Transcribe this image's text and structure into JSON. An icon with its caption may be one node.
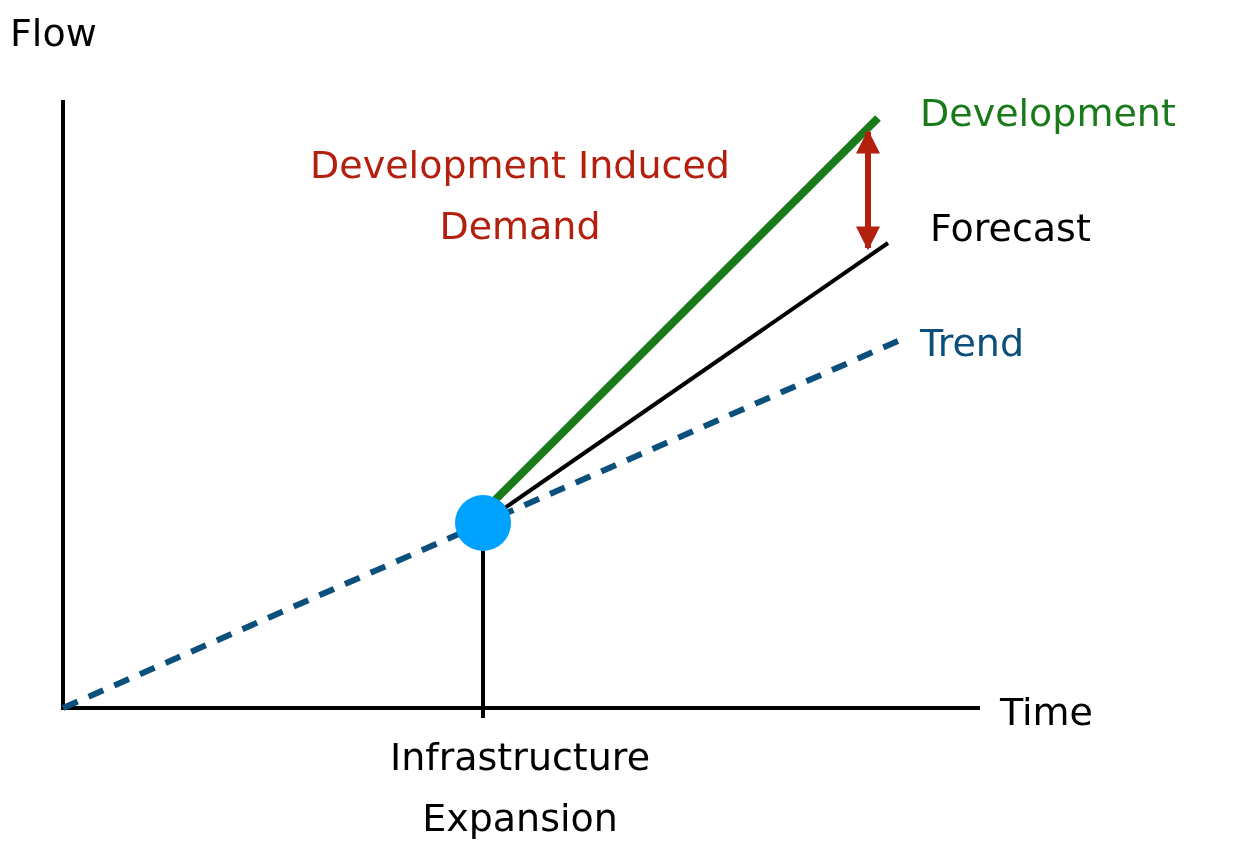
{
  "diagram": {
    "labels": [
      "Flow",
      "Development",
      "Development Induced Demand",
      "Forecast",
      "Trend",
      "Time",
      "Infrastructure Expansion"
    ]
  }
}
